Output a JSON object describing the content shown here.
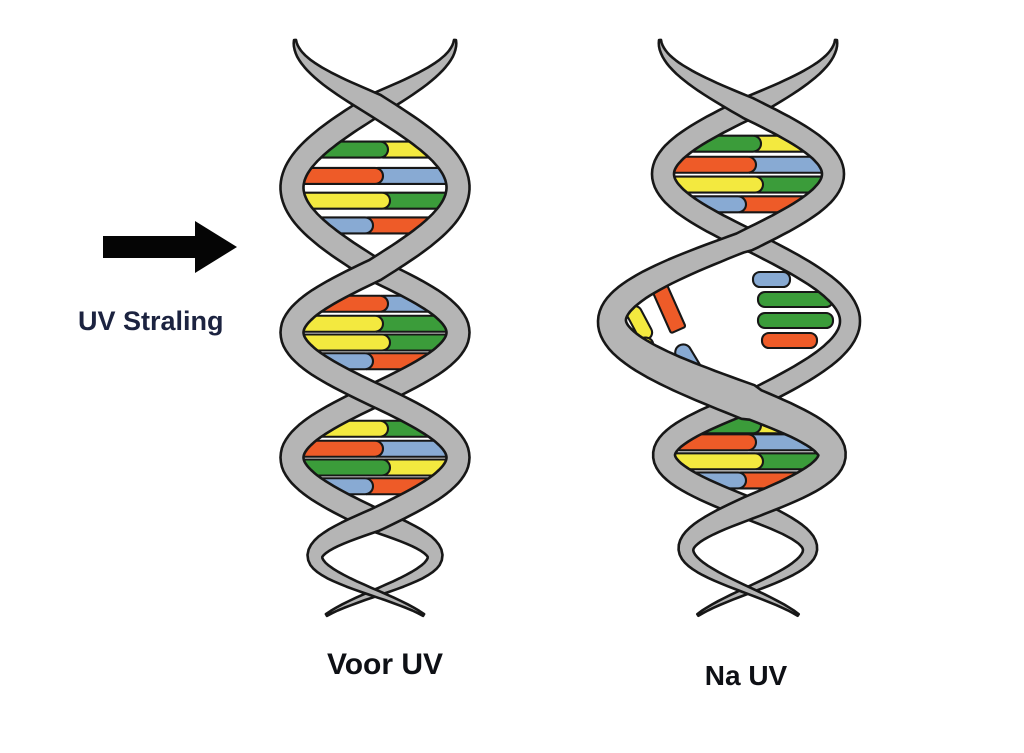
{
  "uv_label": "UV Straling",
  "arrow": {
    "direction": "right"
  },
  "before": {
    "caption": "Voor UV",
    "segments": [
      [
        [
          "green",
          "yellow"
        ],
        [
          "orange",
          "blue"
        ],
        [
          "yellow",
          "green"
        ],
        [
          "blue",
          "orange"
        ]
      ],
      [
        [
          "orange",
          "blue"
        ],
        [
          "yellow",
          "green"
        ],
        [
          "yellow",
          "green"
        ],
        [
          "blue",
          "orange"
        ]
      ],
      [
        [
          "yellow",
          "green"
        ],
        [
          "orange",
          "blue"
        ],
        [
          "green",
          "yellow"
        ],
        [
          "blue",
          "orange"
        ]
      ]
    ]
  },
  "after": {
    "caption": "Na UV",
    "top_rows": [
      [
        "green",
        "yellow"
      ],
      [
        "orange",
        "blue"
      ],
      [
        "yellow",
        "green"
      ],
      [
        "blue",
        "orange"
      ]
    ],
    "damage": {
      "detached_bases": [
        "yellow",
        "yellow",
        "orange",
        "blue"
      ],
      "attached_bases": [
        "blue",
        "green",
        "green",
        "orange"
      ]
    },
    "bottom_rows": [
      [
        "green",
        "yellow"
      ],
      [
        "orange",
        "blue"
      ],
      [
        "yellow",
        "green"
      ],
      [
        "blue",
        "orange"
      ]
    ]
  },
  "palette": {
    "green": "#3b9c3a",
    "yellow": "#f3e93f",
    "orange": "#ee5b28",
    "blue": "#88aad3",
    "strand": "#b5b5b5",
    "outline": "#171717",
    "arrow": "#050505"
  }
}
